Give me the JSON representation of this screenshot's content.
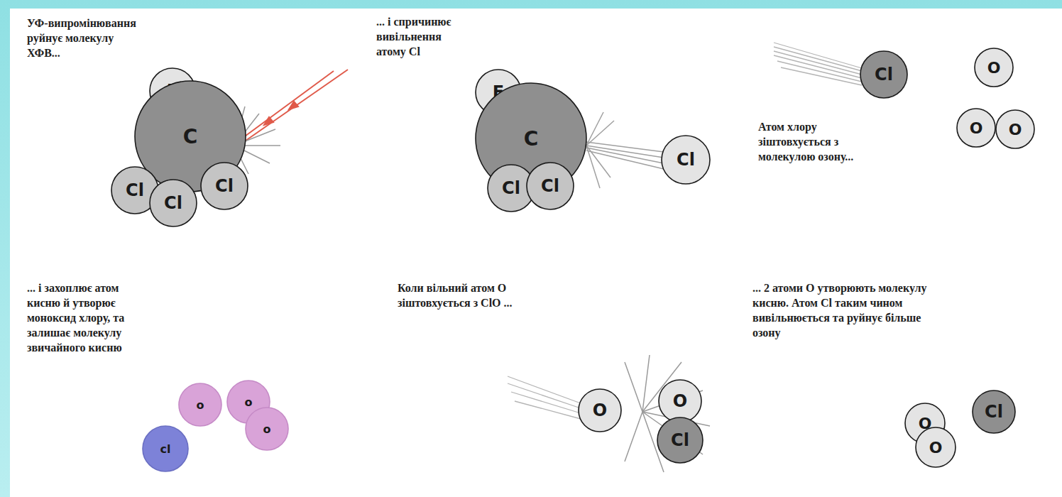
{
  "diagram": {
    "nodes": [
      {
        "text": [
          "F"
        ]
      },
      {
        "text": [
          "C"
        ]
      },
      {
        "text": [
          "Cl"
        ]
      },
      {
        "text": [
          "Cl"
        ]
      },
      {
        "text": [
          "Cl"
        ]
      },
      {
        "text": [
          "F"
        ]
      },
      {
        "text": [
          "C"
        ]
      },
      {
        "text": [
          "Cl"
        ]
      },
      {
        "text": [
          "Cl"
        ]
      },
      {
        "text": [
          "Cl"
        ]
      },
      {
        "text": [
          "Cl"
        ]
      },
      {
        "text": [
          "O"
        ]
      },
      {
        "text": [
          "O"
        ]
      },
      {
        "text": [
          "O"
        ]
      },
      {
        "text": [
          "o"
        ]
      },
      {
        "text": [
          "cl"
        ]
      },
      {
        "text": [
          "o"
        ]
      },
      {
        "text": [
          "o"
        ]
      },
      {
        "text": [
          "O"
        ]
      },
      {
        "text": [
          "O"
        ]
      },
      {
        "text": [
          "Cl"
        ]
      },
      {
        "text": [
          "O"
        ]
      },
      {
        "text": [
          "O"
        ]
      },
      {
        "text": [
          "Cl"
        ]
      }
    ],
    "labels": [
      "УФ-випромінювання руйнує молекулу ХФВ...",
      "... і спричинює вивільнення атому Cl",
      "Атом хлору зіштовхується з молекулою озону...",
      "... і захоплює атом кисню й утворює моноксид хлору, та залишає молекулу звичайного кисню",
      "Коли вільний атом O зіштовхується з ClO ...",
      "... 2 атоми O утворюють молекулу кисню. Атом Cl таким чином вивільнюється та руйнує більше озону"
    ]
  }
}
